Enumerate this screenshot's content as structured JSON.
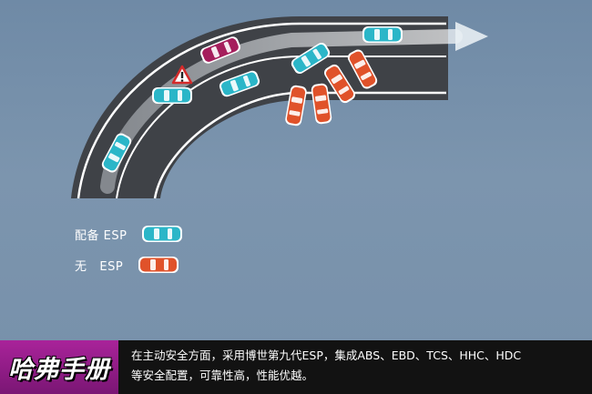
{
  "legend": {
    "with_esp": "配备 ESP",
    "without_esp": "无   ESP"
  },
  "caption": {
    "line1": "在主动安全方面，采用博世第九代ESP，集成ABS、EBD、TCS、HHC、HDC",
    "line2": "等安全配置，可靠性高，性能优越。"
  },
  "brand": {
    "text": "哈弗手册"
  },
  "colors": {
    "with_esp_car": "#2bb6c8",
    "without_esp_car": "#e0522a",
    "other_car": "#a51e5c",
    "road": "#3f4247",
    "brand": "#a9239a"
  },
  "icons": {
    "warning": "warning-triangle-icon",
    "direction": "direction-arrow-icon"
  }
}
